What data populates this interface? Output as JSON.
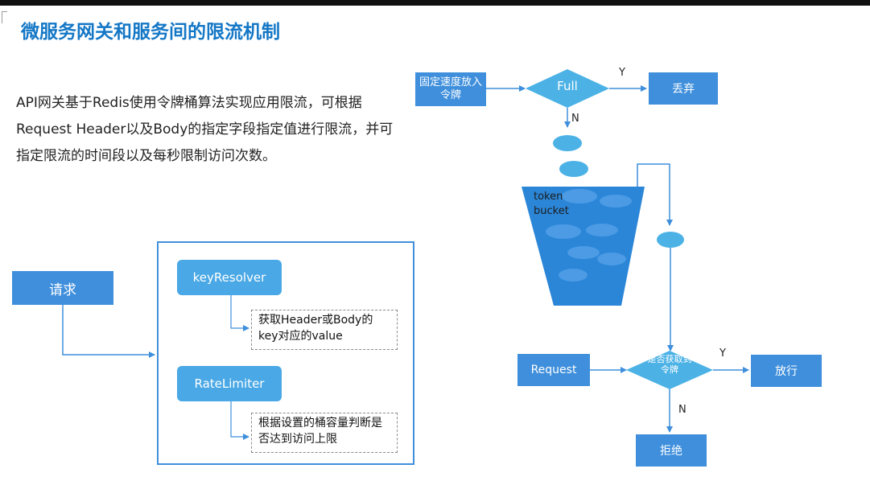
{
  "title": "微服务网关和服务间的限流机制",
  "paragraph": "API网关基于Redis使用令牌桶算法实现应用限流，可根据Request Header以及Body的指定字段指定值进行限流，并可指定限流的时间段以及每秒限制访问次数。",
  "left_diagram": {
    "request_label": "请求",
    "key_resolver_label": "keyResolver",
    "key_resolver_note": "获取Header或Body的key对应的value",
    "rate_limiter_label": "RateLimiter",
    "rate_limiter_note": "根据设置的桶容量判断是否达到访问上限"
  },
  "right_diagram": {
    "fixed_rate_label": "固定速度放入令牌",
    "full_label": "Full",
    "discard_label": "丢弃",
    "yes_label": "Y",
    "no_label": "N",
    "bucket_label": "token bucket",
    "request_label": "Request",
    "get_token_label": "是否获取到令牌",
    "pass_label": "放行",
    "reject_label": "拒绝"
  },
  "colors": {
    "title": "#1477c6",
    "box": "#3f8fdc",
    "pill": "#49a8e5",
    "bucket": "#2b86d8",
    "token": "#4cb2e6",
    "arrow": "#3f8fdc"
  }
}
